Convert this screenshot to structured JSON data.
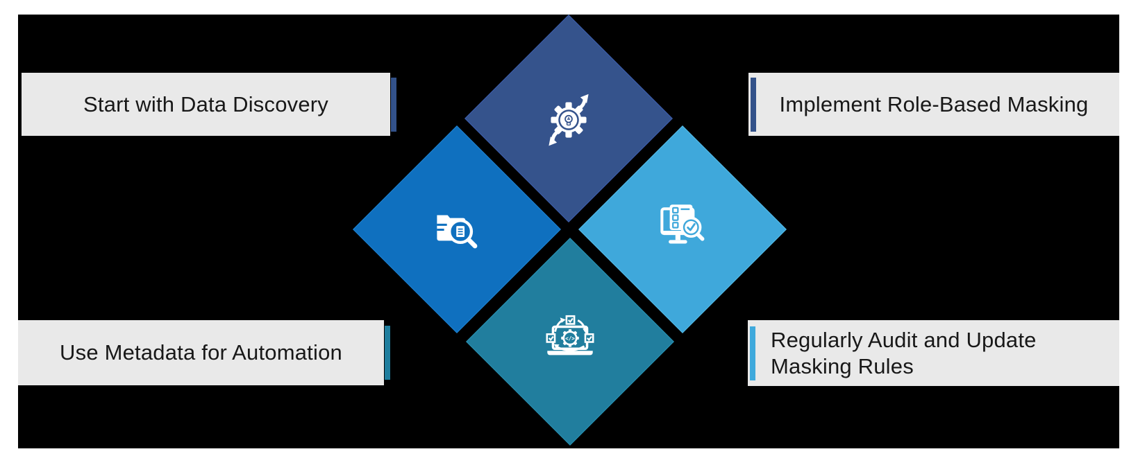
{
  "figure": {
    "title": "Data masking best practices diagram",
    "page_background": "#ffffff",
    "canvas_background": "#000000",
    "label_box_background": "#e9e9e9",
    "label_text_color": "#181818"
  },
  "labels": {
    "top_left": {
      "text": "Start with Data Discovery",
      "accent_color": "#33528a",
      "accent_side": "right"
    },
    "top_right": {
      "text": "Implement Role-Based Masking",
      "accent_color": "#33528a",
      "accent_side": "left"
    },
    "bottom_left": {
      "text": "Use Metadata for Automation",
      "accent_color": "#1f7e9e",
      "accent_side": "right"
    },
    "bottom_right": {
      "line1": "Regularly Audit and Update",
      "line2": "Masking Rules",
      "accent_color": "#3fa9dc",
      "accent_side": "left"
    }
  },
  "diamonds": {
    "top": {
      "color": "#35538c",
      "icon": "innovation-gear-icon"
    },
    "left": {
      "color": "#0f70bf",
      "icon": "folder-search-icon"
    },
    "right": {
      "color": "#3fa8db",
      "icon": "audit-checklist-monitor-icon"
    },
    "bottom": {
      "color": "#217e9e",
      "icon": "automation-laptop-icon"
    }
  }
}
